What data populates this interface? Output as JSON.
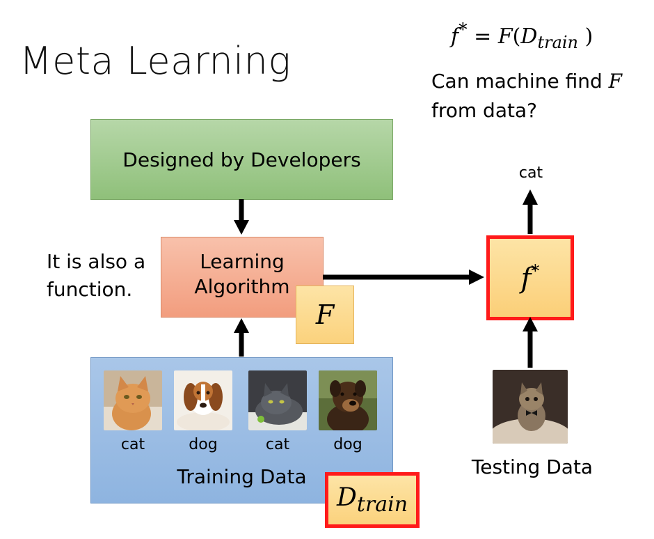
{
  "title": "Meta Learning",
  "formula": {
    "lhs_fn": "f",
    "lhs_sup": "*",
    "equals": "=",
    "F": "F",
    "open_paren": "(",
    "D": "D",
    "sub": "train",
    "close_paren": ")"
  },
  "question": {
    "line1_text": "Can machine find ",
    "line1_var": "F",
    "line2": "from data?"
  },
  "designed_box": {
    "label": "Designed by Developers"
  },
  "learning_box": {
    "line1": "Learning",
    "line2": "Algorithm"
  },
  "F_label": "F",
  "note": {
    "line1": "It is also a",
    "line2": "function."
  },
  "fstar": {
    "fn": "f",
    "sup": "*"
  },
  "output_label": "cat",
  "training": {
    "label": "Training Data",
    "items": [
      {
        "label": "cat",
        "animal": "cat"
      },
      {
        "label": "dog",
        "animal": "dog"
      },
      {
        "label": "cat",
        "animal": "cat"
      },
      {
        "label": "dog",
        "animal": "dog"
      }
    ]
  },
  "dtrain": {
    "D": "D",
    "sub": "train"
  },
  "testing": {
    "label": "Testing Data",
    "animal": "cat"
  },
  "colors": {
    "green_box": "#9cc985",
    "orange_box": "#f4aa8d",
    "yellow_box": "#fcd98a",
    "blue_box": "#9cbde4",
    "highlight_border": "#ff1a1a",
    "arrow": "#000000"
  }
}
